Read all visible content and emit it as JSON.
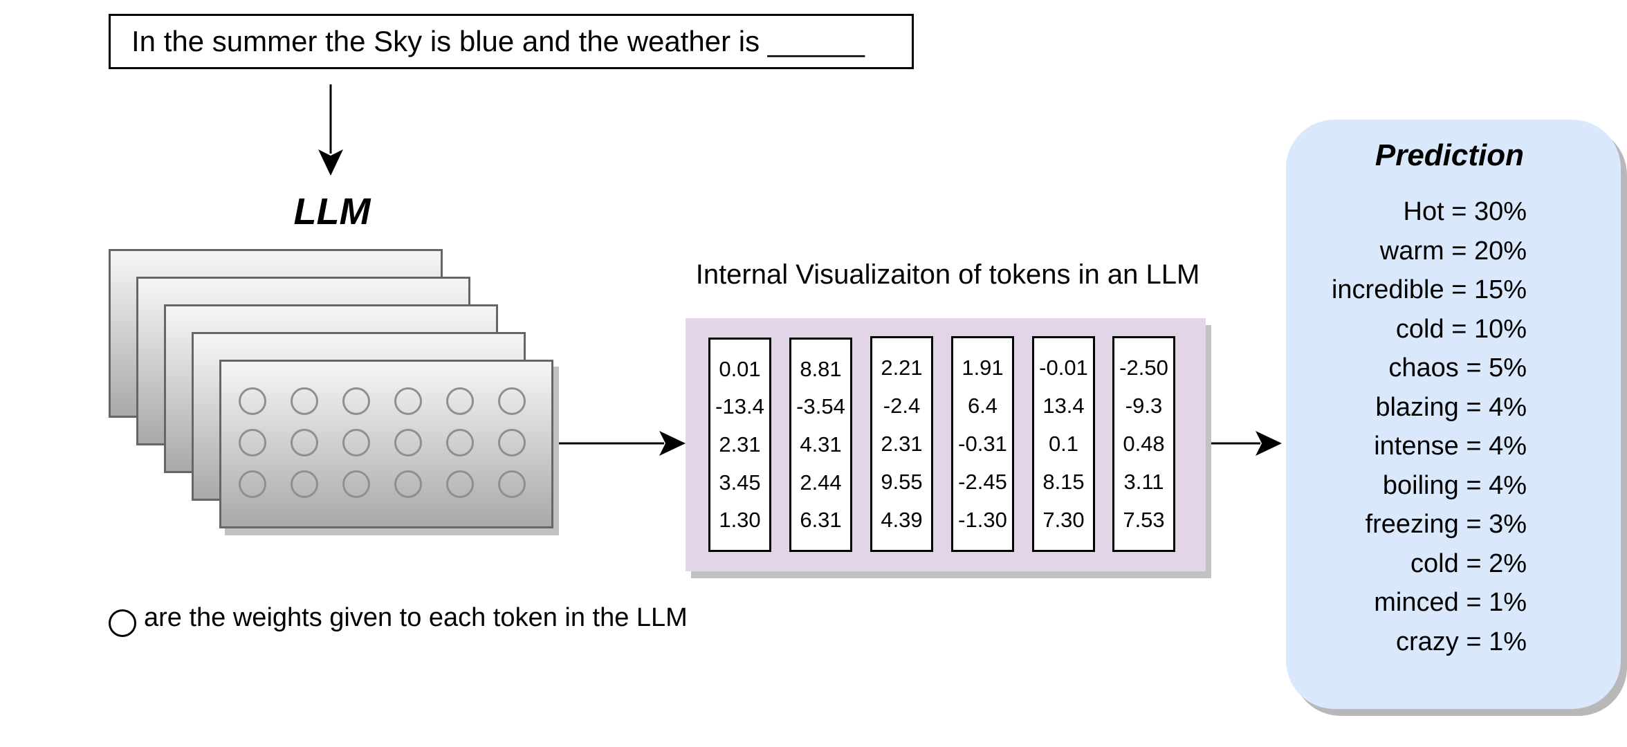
{
  "prompt": {
    "text": "In the summer the Sky is blue and the weather is ______"
  },
  "llm": {
    "title": "LLM",
    "weight_rows": 3,
    "weight_cols": 6
  },
  "visualization": {
    "title": "Internal Visualizaiton of tokens in an LLM",
    "columns": [
      [
        "0.01",
        "-13.4",
        "2.31",
        "3.45",
        "1.30"
      ],
      [
        "8.81",
        "-3.54",
        "4.31",
        "2.44",
        "6.31"
      ],
      [
        "2.21",
        "-2.4",
        "2.31",
        "9.55",
        "4.39"
      ],
      [
        "1.91",
        "6.4",
        "-0.31",
        "-2.45",
        "-1.30"
      ],
      [
        "-0.01",
        "13.4",
        "0.1",
        "8.15",
        "7.30"
      ],
      [
        "-2.50",
        "-9.3",
        "0.48",
        "3.11",
        "7.53"
      ]
    ]
  },
  "prediction": {
    "title": "Prediction",
    "items": [
      "Hot = 30%",
      "warm = 20%",
      "incredible = 15%",
      "cold = 10%",
      "chaos = 5%",
      "blazing = 4%",
      "intense = 4%",
      "boiling = 4%",
      "freezing = 3%",
      "cold = 2%",
      "minced = 1%",
      "crazy = 1%"
    ]
  },
  "legend": {
    "text": "are the weights given to each token in the LLM"
  },
  "colors": {
    "viz_panel": "#e1d5e7",
    "prediction_panel": "#dae8fc",
    "layer_border": "#666666"
  }
}
